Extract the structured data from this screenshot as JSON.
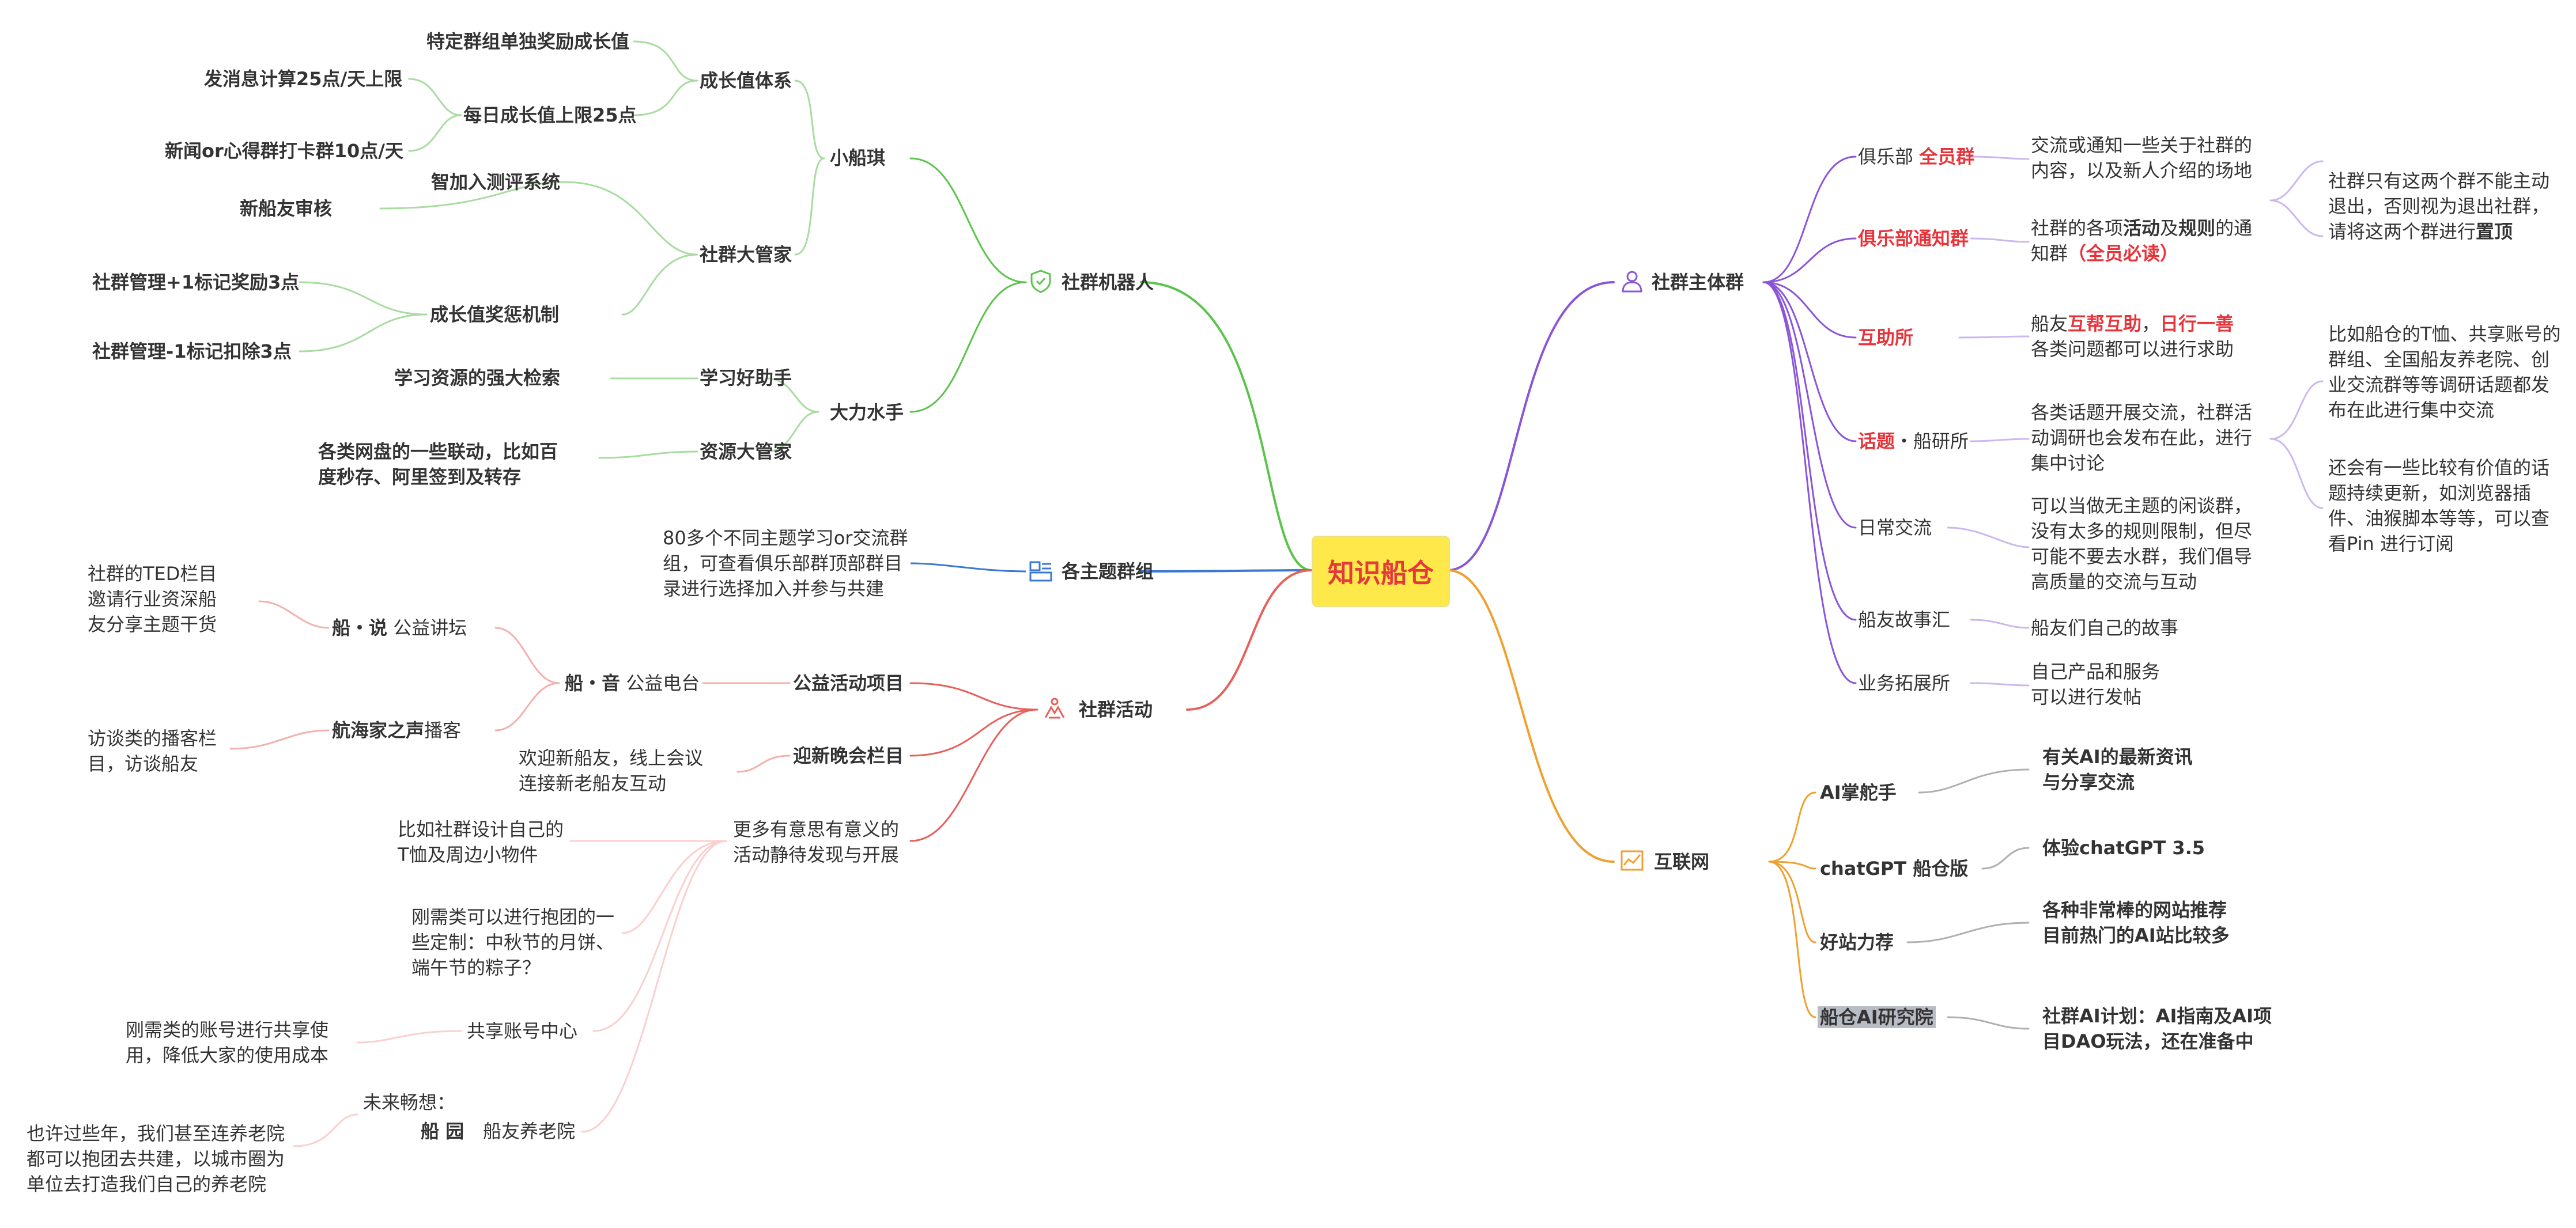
{
  "root": {
    "title": "知识船仓"
  },
  "colors": {
    "robot": "#5ac44a",
    "group": "#3a78d4",
    "activity": "#e8605a",
    "community": "#8a55d8",
    "internet": "#f0a030",
    "highlight": "#e8333a"
  },
  "robot": {
    "title": "社群机器人",
    "icon": "shield-icon",
    "xiaochuanqi": {
      "label": "小船琪",
      "growth": {
        "label": "成长值体系",
        "special": "特定群组单独奖励成长值",
        "daily": "每日成长值上限25点",
        "msg": "发消息计算25点/天上限",
        "news": "新闻or心得群打卡群10点/天"
      },
      "manager": {
        "label": "社群大管家",
        "smart": "智加入测评系统",
        "newcomer": "新船友审核",
        "reward": "成长值奖惩机制",
        "plus": "社群管理+1标记奖励3点",
        "minus": "社群管理-1标记扣除3点"
      }
    },
    "dali": {
      "label": "大力水手",
      "study": {
        "label": "学习好助手",
        "search": "学习资源的强大检索"
      },
      "resource": {
        "label": "资源大管家",
        "net": "各类网盘的一些联动，比如百度秒存、阿里签到及转存"
      }
    }
  },
  "groups": {
    "title": "各主题群组",
    "icon": "layout-icon",
    "desc": "80多个不同主题学习or交流群组，可查看俱乐部群顶部群目录进行选择加入并参与共建"
  },
  "activity": {
    "title": "社群活动",
    "icon": "people-icon",
    "public": {
      "label": "公益活动项目",
      "sound": {
        "label_b": "船・音",
        "label_r": "公益电台"
      },
      "talk": {
        "label_b": "船・说",
        "label_r": "公益讲坛",
        "desc": "社群的TED栏目邀请行业资深船友分享主题干货"
      },
      "voice": {
        "label_b": "航海家之声",
        "label_r": "播客",
        "desc": "访谈类的播客栏目，访谈船友"
      }
    },
    "welcome": {
      "label": "迎新晚会栏目",
      "desc": "欢迎新船友，线上会议连接新老船友互动"
    },
    "more": {
      "label": "更多有意思有意义的活动静待发现与开展",
      "tshirt": "比如社群设计自己的T恤及周边小物件",
      "custom": "刚需类可以进行抱团的一些定制：中秋节的月饼、端午节的粽子？",
      "share": {
        "label": "共享账号中心",
        "desc": "刚需类的账号进行共享使用，降低大家的使用成本"
      },
      "future": {
        "label": "未来畅想：",
        "garden": "船 园",
        "home": "船友养老院",
        "desc": "也许过些年，我们甚至连养老院都可以抱团去共建，以城市圈为单位去打造我们自己的养老院"
      }
    }
  },
  "community": {
    "title": "社群主体群",
    "icon": "person-icon",
    "club": {
      "label_a": "俱乐部",
      "label_b": "全员群",
      "desc": "交流或通知一些关于社群的内容，以及新人介绍的场地"
    },
    "notice": {
      "label": "俱乐部通知群",
      "desc_a": "社群的各项",
      "desc_b": "活动",
      "desc_c": "及",
      "desc_d": "规则",
      "desc_e": "的通知群",
      "desc_f": "（全员必读）"
    },
    "note": {
      "a": "社群只有这两个群不能主动退出，否则视为退出社群，请将这两个群进行",
      "b": "置顶"
    },
    "help": {
      "label": "互助所",
      "desc_a": "船友",
      "desc_b": "互帮互助",
      "desc_c": "，",
      "desc_d": "日行一善",
      "desc_e": "各类问题都可以进行求助"
    },
    "topic": {
      "label_a": "话题",
      "label_b": "・船研所",
      "desc": "各类话题开展交流，社群活动调研也会发布在此，进行集中讨论",
      "note1": "比如船仓的T恤、共享账号的群组、全国船友养老院、创业交流群等等调研话题都发布在此进行集中交流",
      "note2": "还会有一些比较有价值的话题持续更新，如浏览器插件、油猴脚本等等，可以查看Pin 进行订阅"
    },
    "daily": {
      "label": "日常交流",
      "desc": "可以当做无主题的闲谈群，没有太多的规则限制，但尽可能不要去水群，我们倡导高质量的交流与互动"
    },
    "story": {
      "label": "船友故事汇",
      "desc": "船友们自己的故事"
    },
    "biz": {
      "label": "业务拓展所",
      "desc": "自己产品和服务可以进行发帖"
    }
  },
  "internet": {
    "title": "互联网",
    "icon": "chart-icon",
    "ai": {
      "label": "AI掌舵手",
      "desc": "有关AI的最新资讯与分享交流"
    },
    "gpt": {
      "label": "chatGPT 船仓版",
      "desc": "体验chatGPT 3.5"
    },
    "sites": {
      "label": "好站力荐",
      "desc": "各种非常棒的网站推荐目前热门的AI站比较多"
    },
    "lab": {
      "label": "船仓AI研究院",
      "desc": "社群AI计划：AI指南及AI项目DAO玩法，还在准备中"
    }
  }
}
